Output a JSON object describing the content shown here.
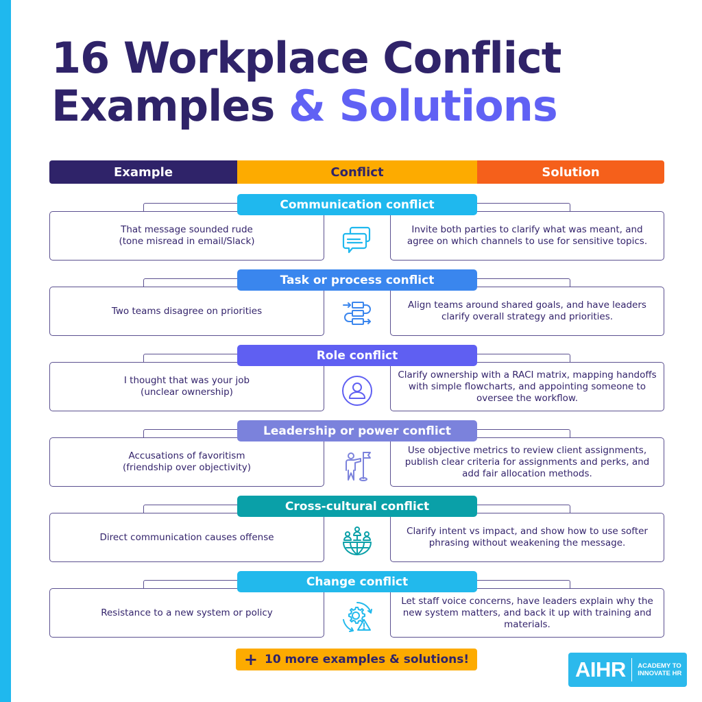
{
  "title": {
    "line1": "16 Workplace Conflict",
    "line2_main": "Examples ",
    "line2_accent": "& Solutions"
  },
  "colors": {
    "navy": "#2f2369",
    "accent_purple": "#6061f4",
    "orange_yellow": "#fdab00",
    "orange": "#f5601b",
    "sky": "#1fb8ee"
  },
  "header": {
    "example": "Example",
    "conflict": "Conflict",
    "solution": "Solution"
  },
  "rows": [
    {
      "conflict": "Communication conflict",
      "color": "#1fb8ee",
      "icon": "chat-bubbles-icon",
      "example": "That message sounded rude\n(tone misread in email/Slack)",
      "solution": "Invite both parties to clarify what was meant, and agree on which channels to use for sensitive topics."
    },
    {
      "conflict": "Task or process conflict",
      "color": "#3a86ee",
      "icon": "process-flow-icon",
      "example": "Two teams disagree on priorities",
      "solution": "Align teams around shared goals, and have leaders clarify overall strategy and priorities."
    },
    {
      "conflict": "Role conflict",
      "color": "#5f5ff2",
      "icon": "user-circle-icon",
      "example": "I thought that was your job\n(unclear ownership)",
      "solution": "Clarify ownership with a RACI matrix, mapping handoffs with simple flowcharts, and appointing someone to oversee the workflow."
    },
    {
      "conflict": "Leadership or power conflict",
      "color": "#7b82dc",
      "icon": "person-flag-icon",
      "example": "Accusations of favoritism\n(friendship over objectivity)",
      "solution": "Use objective metrics to review client assignments, publish clear criteria for assignments and perks, and add fair allocation methods."
    },
    {
      "conflict": "Cross-cultural conflict",
      "color": "#0aa0a8",
      "icon": "people-globe-icon",
      "example": "Direct communication causes offense",
      "solution": "Clarify intent vs impact, and show how to use softer phrasing without weakening the message."
    },
    {
      "conflict": "Change conflict",
      "color": "#22b9ec",
      "icon": "gear-warning-icon",
      "example": "Resistance to a new system or policy",
      "solution": "Let staff voice concerns, have leaders explain why the new system matters, and back it up with training and materials."
    }
  ],
  "footer": {
    "more_plus": "+",
    "more_label": "10 more examples & solutions!",
    "logo_mark": "AIHR",
    "logo_tag_line1": "ACADEMY TO",
    "logo_tag_line2": "INNOVATE HR"
  }
}
